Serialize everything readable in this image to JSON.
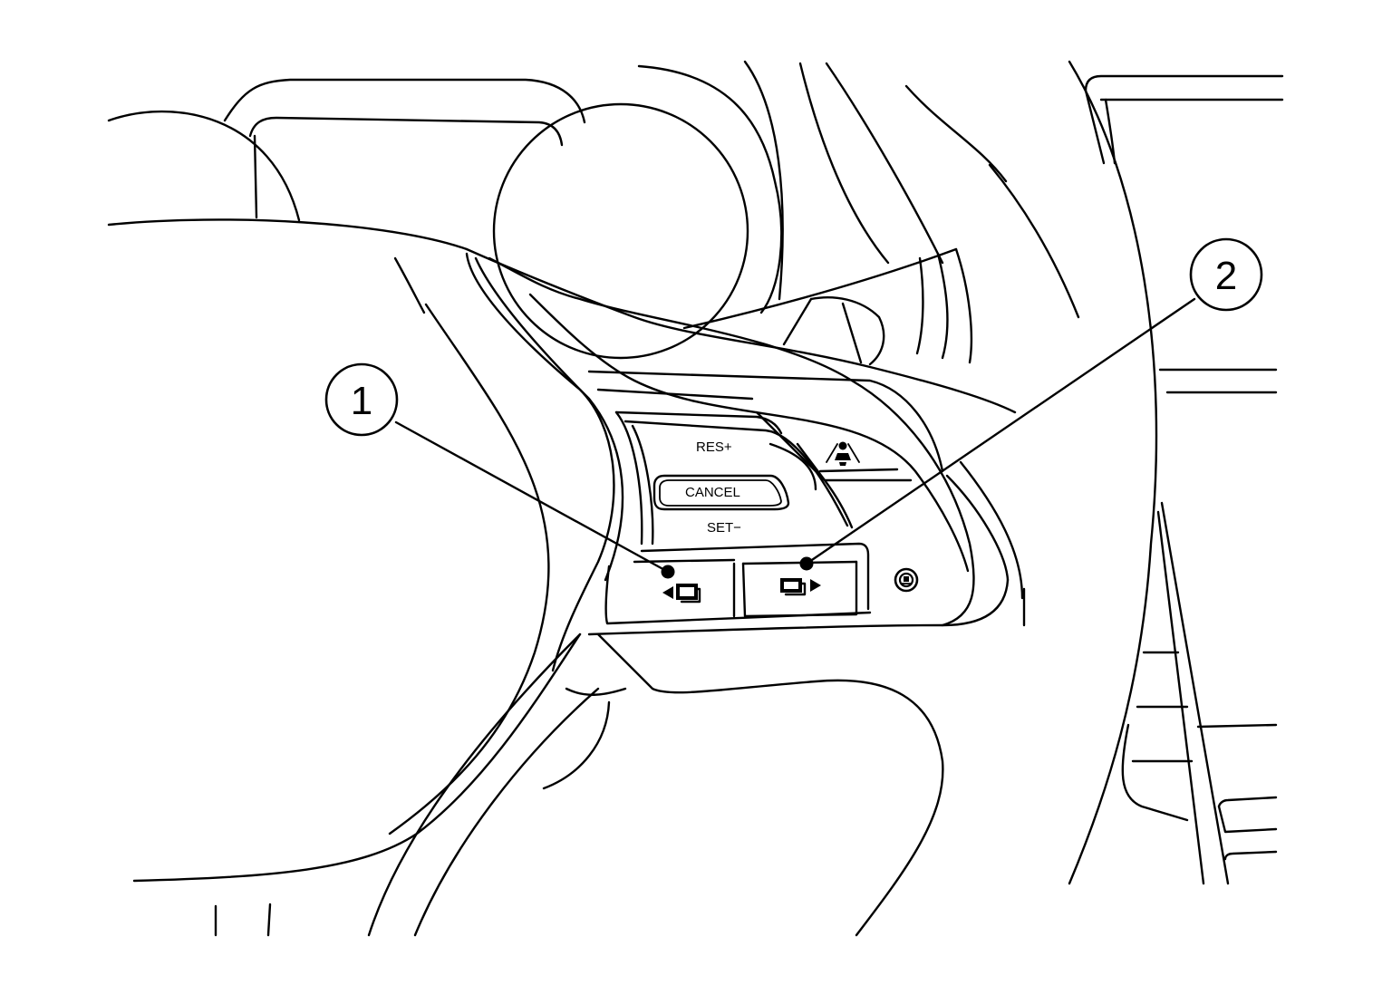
{
  "buttons": {
    "res_label": "RES+",
    "cancel_label": "CANCEL",
    "set_label": "SET−"
  },
  "callouts": [
    {
      "number": "1",
      "target": "left display switch (◀□)"
    },
    {
      "number": "2",
      "target": "right display switch (□▶)"
    }
  ],
  "icons": [
    "driver-assist-icon",
    "left-arrow-display-icon",
    "right-arrow-display-icon",
    "voice-recognition-icon"
  ]
}
